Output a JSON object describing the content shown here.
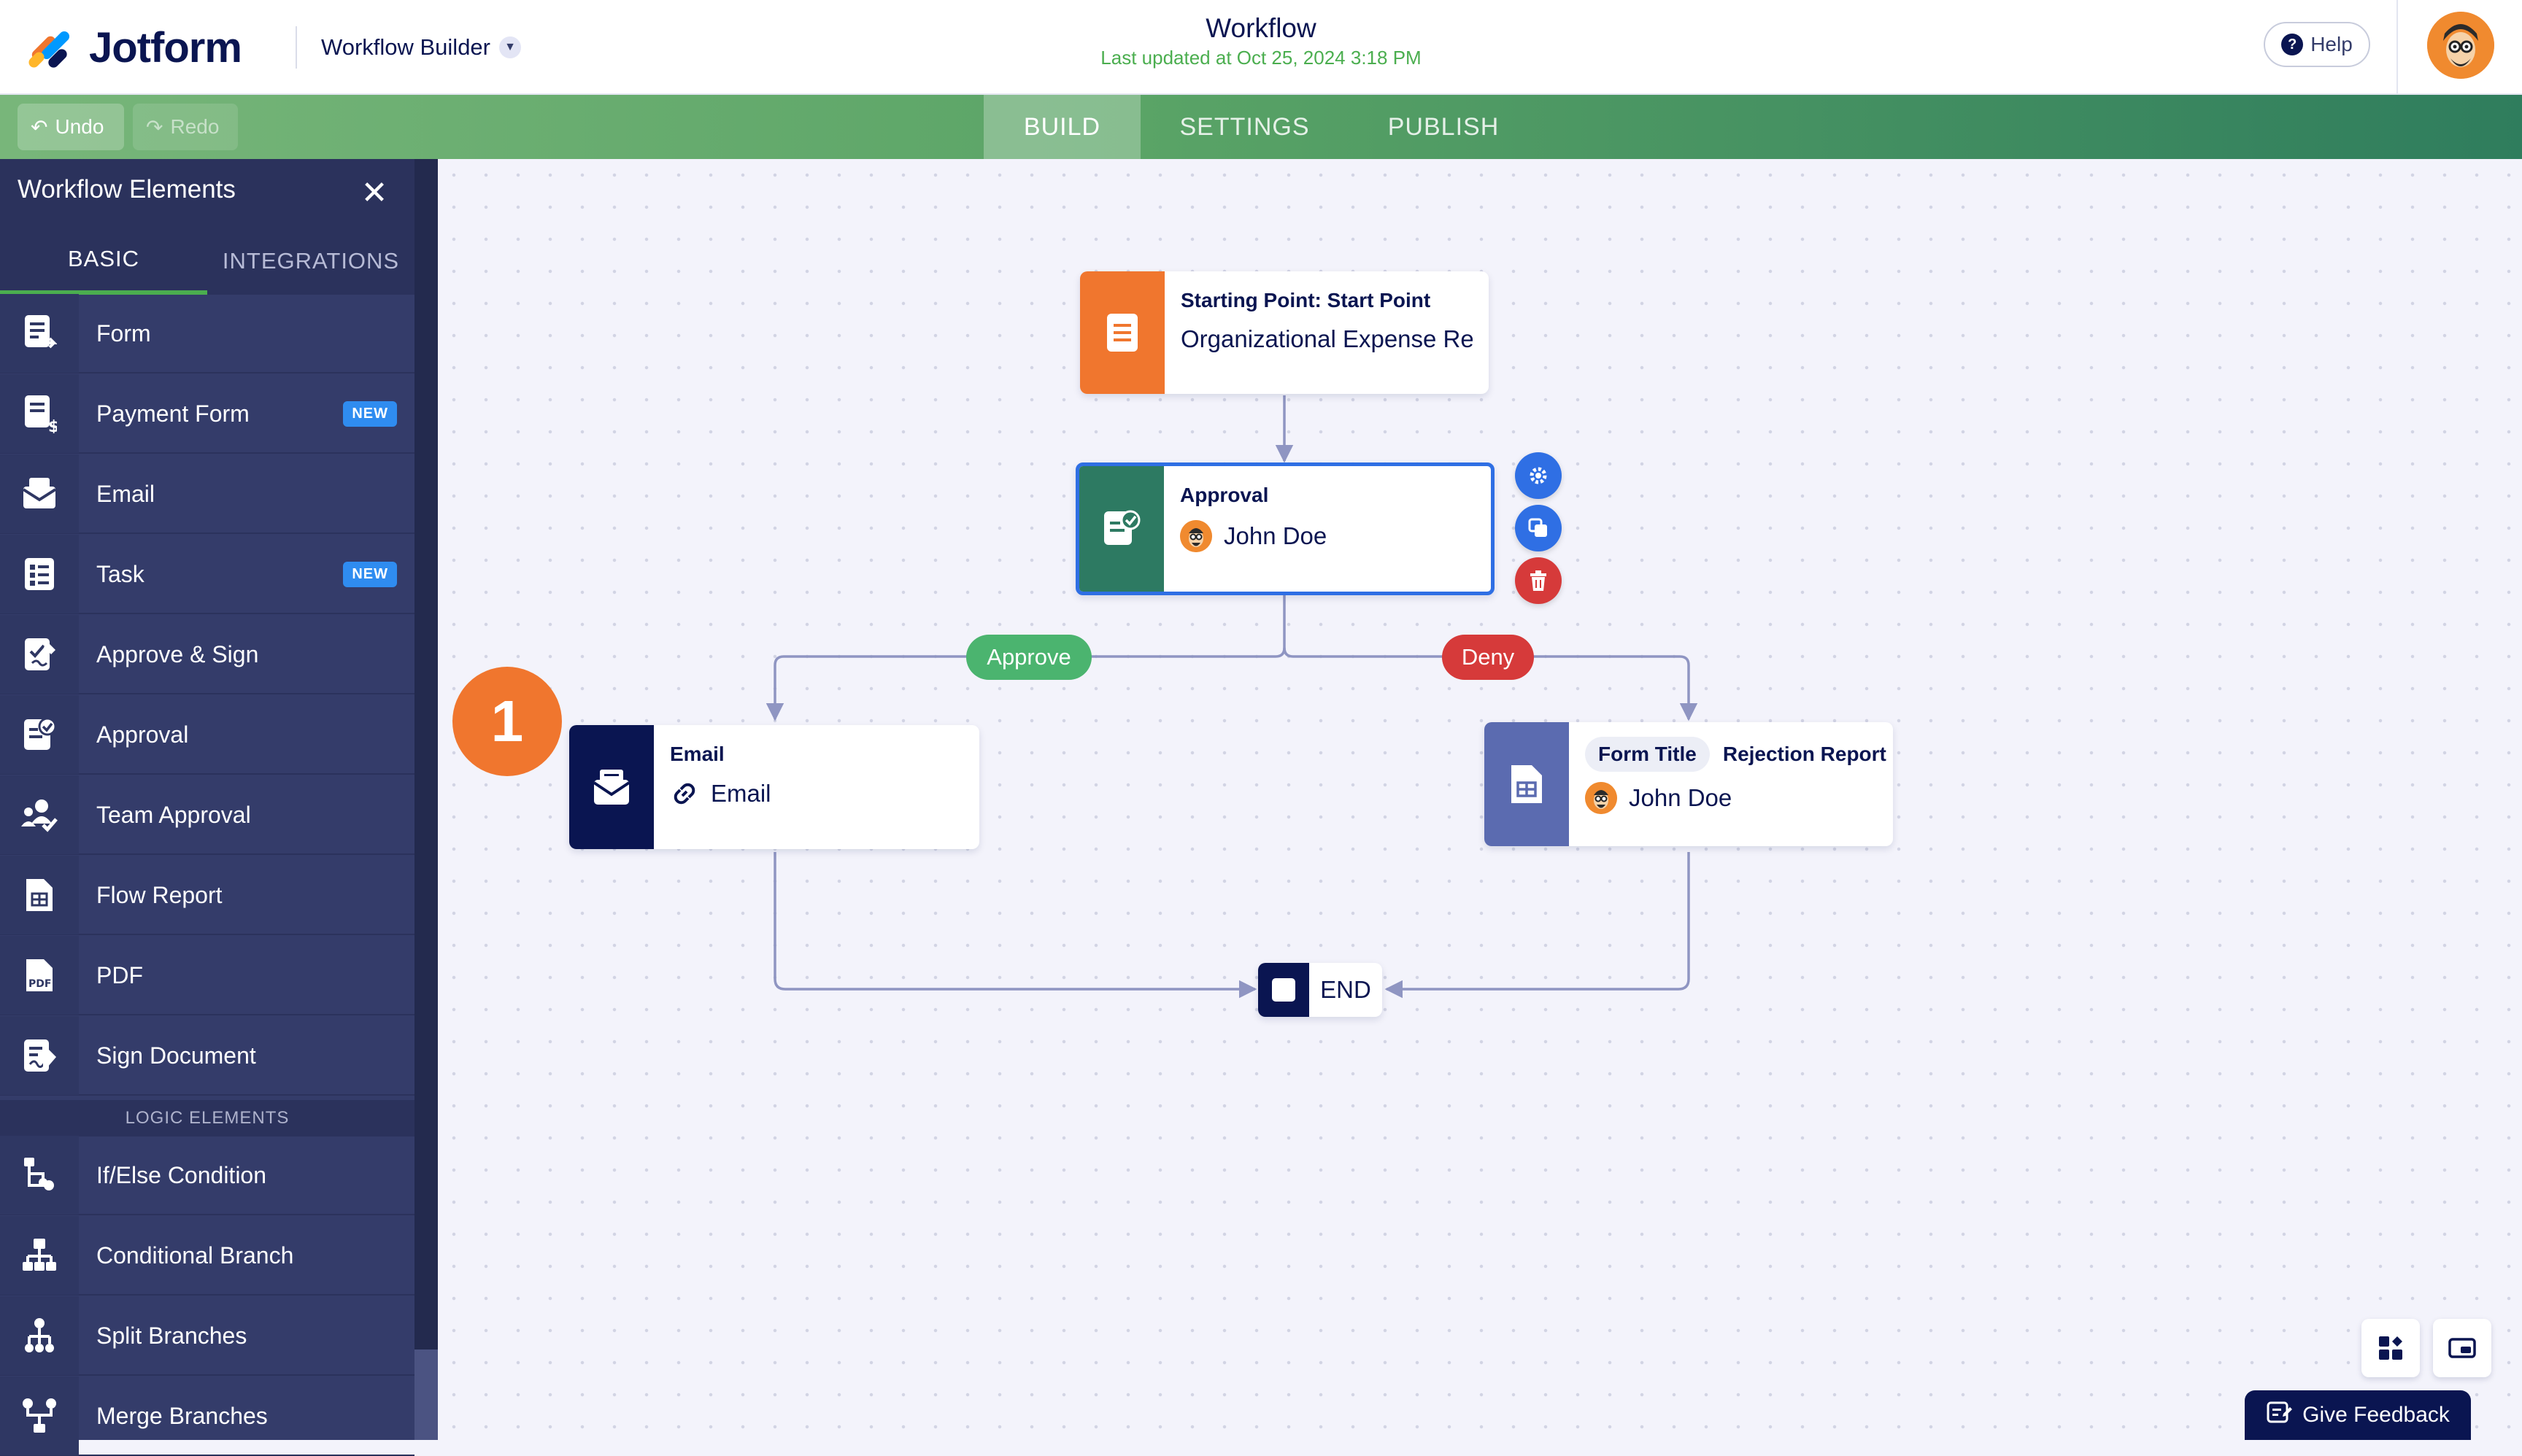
{
  "header": {
    "brand": "Jotform",
    "builder_label": "Workflow Builder",
    "title": "Workflow",
    "subtitle": "Last updated at Oct 25, 2024 3:18 PM",
    "help_label": "Help"
  },
  "toolbar": {
    "undo_label": "Undo",
    "redo_label": "Redo",
    "tabs": [
      "BUILD",
      "SETTINGS",
      "PUBLISH"
    ],
    "active_tab": "BUILD"
  },
  "sidebar": {
    "title": "Workflow Elements",
    "tabs": [
      "BASIC",
      "INTEGRATIONS"
    ],
    "active_tab": "BASIC",
    "items": [
      {
        "label": "Form",
        "icon": "form-icon"
      },
      {
        "label": "Payment Form",
        "icon": "payment-form-icon",
        "badge": "NEW"
      },
      {
        "label": "Email",
        "icon": "email-icon"
      },
      {
        "label": "Task",
        "icon": "task-icon",
        "badge": "NEW"
      },
      {
        "label": "Approve & Sign",
        "icon": "approve-sign-icon"
      },
      {
        "label": "Approval",
        "icon": "approval-icon"
      },
      {
        "label": "Team Approval",
        "icon": "team-approval-icon"
      },
      {
        "label": "Flow Report",
        "icon": "flow-report-icon"
      },
      {
        "label": "PDF",
        "icon": "pdf-icon"
      },
      {
        "label": "Sign Document",
        "icon": "sign-document-icon"
      }
    ],
    "logic_heading": "LOGIC ELEMENTS",
    "logic_items": [
      {
        "label": "If/Else Condition",
        "icon": "if-else-icon"
      },
      {
        "label": "Conditional Branch",
        "icon": "conditional-branch-icon"
      },
      {
        "label": "Split Branches",
        "icon": "split-branches-icon"
      },
      {
        "label": "Merge Branches",
        "icon": "merge-branches-icon"
      }
    ]
  },
  "canvas": {
    "start_node": {
      "kicker": "Starting Point: Start Point",
      "text": "Organizational Expense Re...",
      "color": "#f0762e"
    },
    "approval_node": {
      "kicker": "Approval",
      "assignee": "John Doe",
      "color": "#2d7a62",
      "border": "#2f6fe4"
    },
    "approve_label": "Approve",
    "deny_label": "Deny",
    "email_node": {
      "kicker": "Email",
      "text": "Email",
      "color": "#0a1551"
    },
    "report_node": {
      "kicker_tag": "Form Title",
      "kicker": "Rejection Report",
      "assignee": "John Doe",
      "color": "#5b6bb0"
    },
    "end_label": "END",
    "step_badge": "1"
  },
  "footer": {
    "feedback_label": "Give Feedback"
  },
  "colors": {
    "approve": "#4bb46f",
    "deny": "#d63a3a",
    "accent_blue": "#2f6fe4",
    "toolbar_green": "#5aa466"
  }
}
